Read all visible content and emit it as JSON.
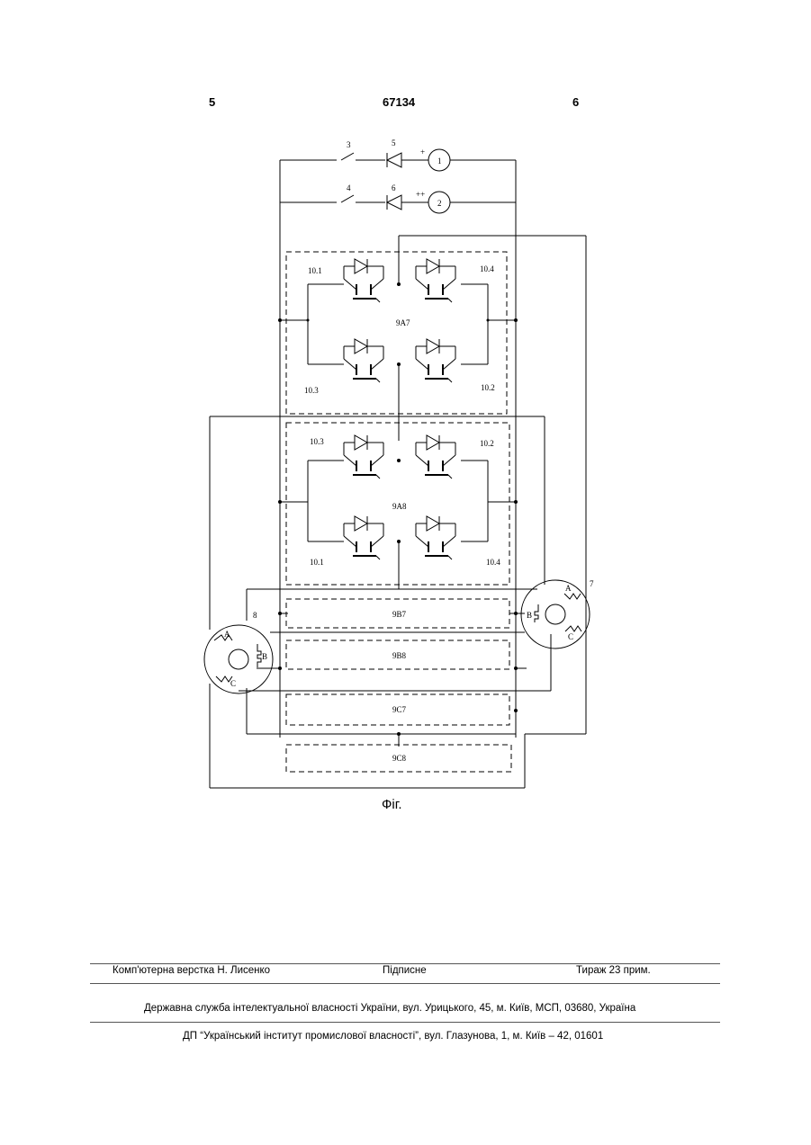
{
  "header": {
    "page_left": "5",
    "patent_number": "67134",
    "page_right": "6"
  },
  "schematic": {
    "switch_labels": [
      "3",
      "4"
    ],
    "diode_labels": [
      "5",
      "6"
    ],
    "polarity_labels": [
      "+",
      "++"
    ],
    "source_labels": [
      "1",
      "2"
    ],
    "module_labels": [
      "9A7",
      "9A8",
      "9B7",
      "9B8",
      "9C7",
      "9C8"
    ],
    "transistor_labels_a7": [
      "10.1",
      "10.4",
      "10.3",
      "10.2"
    ],
    "transistor_labels_a8": [
      "10.3",
      "10.2",
      "10.1",
      "10.4"
    ],
    "machine_labels": [
      "8",
      "7"
    ],
    "phase_labels": [
      "A",
      "B",
      "C"
    ]
  },
  "caption": "Фіг.",
  "footer": {
    "typesetting": "Комп'ютерна верстка Н. Лисенко",
    "subscription": "Підписне",
    "circulation": "Тираж 23 прим.",
    "agency": "Державна служба інтелектуальної власності України, вул. Урицького, 45, м. Київ, МСП, 03680, Україна",
    "institute": "ДП “Український інститут промислової власності”, вул. Глазунова, 1, м. Київ – 42, 01601"
  }
}
